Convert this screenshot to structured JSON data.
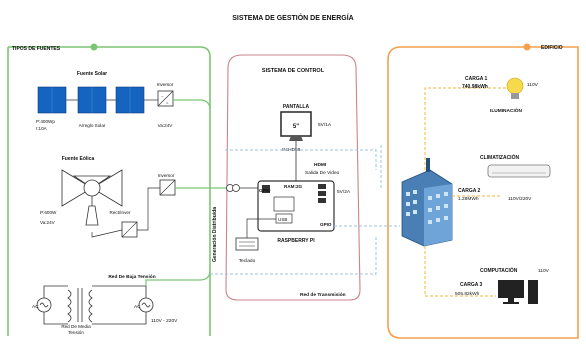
{
  "title": "SISTEMA DE GESTIÓN DE ENERGÍA",
  "fuentes": {
    "title": "TIPOS DE FUENTES",
    "solar": {
      "label": "Fuente Solar",
      "specs": [
        "P:400Wp",
        "I:10A"
      ],
      "array_label": "Arreglo Solar",
      "inverter_label": "Inversor",
      "voltage": "Va:24V"
    },
    "eolica": {
      "label": "Fuente Eólica",
      "specs": [
        "P:600W",
        "Va:24V"
      ],
      "rect_label": "Rect/Inver",
      "inverter_label": "Inversor"
    },
    "red": {
      "baja_label": "Red De Baja Tensión",
      "media_label": [
        "Red De Media",
        "Tensión"
      ],
      "ac1": "AC",
      "ac2": "AC",
      "voltage": "110V - 220V"
    },
    "generacion_label": "Generación Distribuida"
  },
  "control": {
    "title": "SISTEMA DE CONTROL",
    "pantalla": {
      "label": "PANTALLA",
      "size": "5\"",
      "power": "5V/1A",
      "in_label": "IN:HDMI"
    },
    "hdmi": [
      "HDMI",
      "Salida De Video"
    ],
    "rpi": {
      "ram": "RAM:2G",
      "power": "5V/2A",
      "usb": "USB",
      "gpio_left": "GPIO",
      "gpio_right": "GPIO",
      "label": "RASPBERRY PI"
    },
    "teclado": "Teclado",
    "red_transmision": "Red de Transmisión"
  },
  "edificio": {
    "title": "EDIFICIO",
    "carga1": {
      "name": "CARGA 1",
      "power": "740.98kWh",
      "voltage": "110V",
      "label": "ILUMINACIÓN"
    },
    "climatizacion": {
      "label": "CLIMATIZACIÓN",
      "name": "CARGA 2",
      "power": "1.28MWh",
      "voltage": "110V/220V"
    },
    "computacion": {
      "label": "COMPUTACIÓN",
      "voltage": "110V",
      "name": "CARGA 3",
      "power": "505.82kWh"
    }
  },
  "colors": {
    "green_border": "#7cc576",
    "orange_border": "#f6a04d",
    "pink_border": "#c9848c",
    "solar_blue": "#1565c0",
    "bus_orange": "#f4b63f",
    "link_blue": "#9cc3e6"
  }
}
